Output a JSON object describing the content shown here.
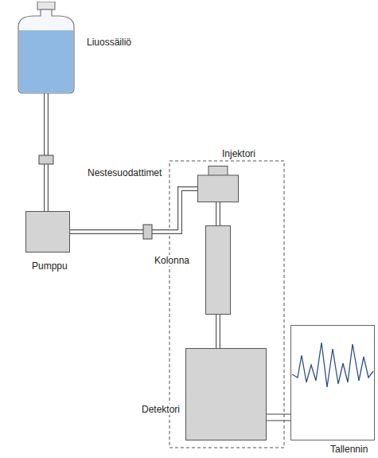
{
  "diagram": {
    "nodes": [
      {
        "text": [
          "Liuossäiliö"
        ]
      },
      {
        "text": [
          "Pumppu"
        ]
      },
      {
        "text": [
          "Injektori"
        ]
      },
      {
        "text": [
          "Kolonna"
        ]
      },
      {
        "text": [
          "Detektori"
        ]
      },
      {
        "text": [
          "Tallennin"
        ]
      }
    ],
    "edges": [
      {
        "from": 0,
        "to": 1,
        "arrow": "none"
      },
      {
        "from": 1,
        "to": 2,
        "arrow": "none"
      },
      {
        "from": 2,
        "to": 3,
        "arrow": "none"
      },
      {
        "from": 3,
        "to": 4,
        "arrow": "none"
      },
      {
        "from": 4,
        "to": 5,
        "arrow": "none"
      }
    ],
    "labels": [
      "Nestesuodattimet"
    ]
  }
}
